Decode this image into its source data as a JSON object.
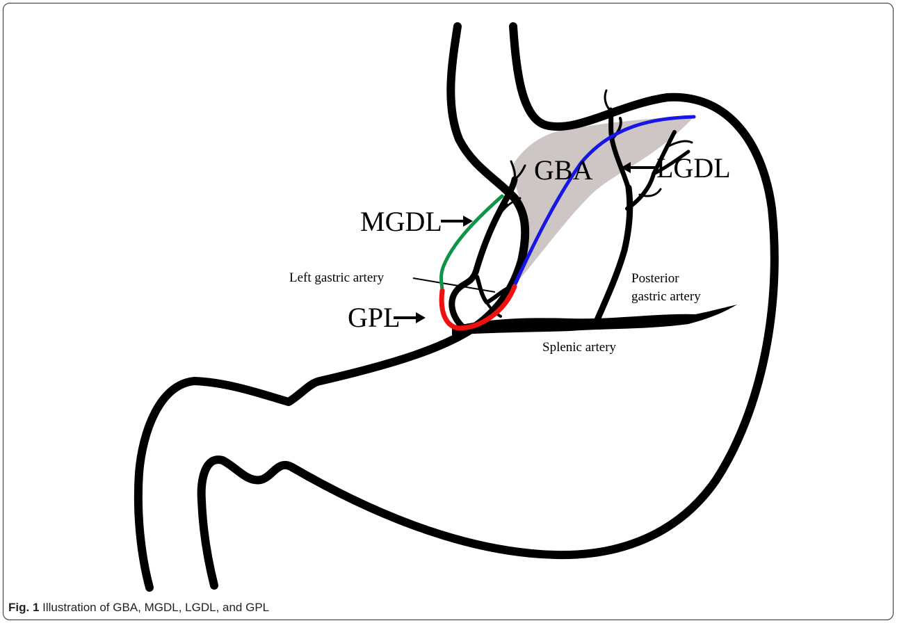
{
  "labels": {
    "gba": "GBA",
    "lgdl": "LGDL",
    "mgdl": "MGDL",
    "gpl": "GPL",
    "left_gastric_artery": "Left gastric artery",
    "posterior_line1": "Posterior",
    "posterior_line2": "gastric artery",
    "splenic_artery": "Splenic artery"
  },
  "caption": {
    "figure_number": "Fig. 1",
    "text": "Illustration of GBA, MGDL, LGDL, and GPL"
  },
  "colors": {
    "gba_fill": "#cdc6c5",
    "lgdl": "#1616e6",
    "mgdl": "#0e9448",
    "gpl": "#f01010",
    "outline": "#000000"
  }
}
